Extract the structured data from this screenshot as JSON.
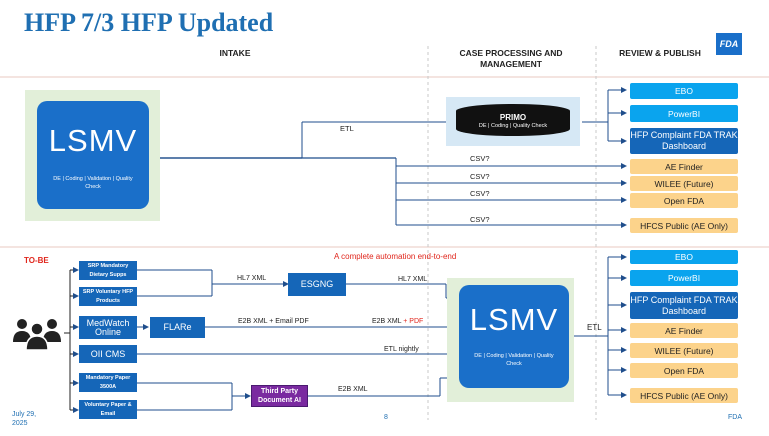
{
  "title": "HFP 7/3 HFP Updated",
  "column_headers": {
    "intake": "INTAKE",
    "case_processing": "CASE PROCESSING AND MANAGEMENT",
    "review_publish": "REVIEW & PUBLISH"
  },
  "logo": "FDA",
  "top": {
    "lsmv_title": "LSMV",
    "lsmv_subtitle": "DE | Coding | Validation | Quality Check",
    "primo_title": "PRIMO",
    "primo_subtitle": "DE | Coding | Quality Check",
    "etl_label": "ETL",
    "csv_labels": [
      "CSV?",
      "CSV?",
      "CSV?",
      "CSV?"
    ],
    "outputs": [
      "EBO",
      "PowerBI",
      "HFP Complaint FDA TRAK Dashboard",
      "AE Finder",
      "WILEE (Future)",
      "Open FDA",
      "HFCS Public (AE Only)"
    ]
  },
  "bottom": {
    "to_be": "TO-BE",
    "automation_note": "A complete automation end-to-end",
    "sources": [
      "SRP Mandatory Dietary Supps",
      "SRP Voluntary HFP Products",
      "MedWatch Online",
      "OII CMS",
      "Mandatory Paper 3500A",
      "Voluntary Paper & Email"
    ],
    "esgng": "ESGNG",
    "flare": "FLARe",
    "document_ai": "Third Party Document AI",
    "lsmv_title": "LSMV",
    "lsmv_subtitle": "DE | Coding | Validation | Quality Check",
    "labels": {
      "hl7_1": "HL7 XML",
      "hl7_2": "HL7 XML",
      "e2b_email": "E2B XML + Email PDF",
      "e2b_pdf_a": "E2B XML",
      "e2b_pdf_b": "+ PDF",
      "etl_nightly": "ETL nightly",
      "e2b": "E2B XML",
      "etl": "ETL"
    },
    "outputs": [
      "EBO",
      "PowerBI",
      "HFP Complaint FDA TRAK Dashboard",
      "AE Finder",
      "WILEE (Future)",
      "Open FDA",
      "HFCS Public (AE Only)"
    ]
  },
  "footer": {
    "date": "July 29, 2025",
    "page": "8",
    "agency": "FDA"
  },
  "colors": {
    "title": "#1f6fb2",
    "lsmv": "#1a6fc9",
    "output_blue": "#0aa4ee",
    "output_dark": "#1566b8",
    "output_orange": "#fcd38b",
    "primo_bg": "#d6e8f5",
    "lsmv_bg": "#e2efd9",
    "red": "#e0261c",
    "document_ai": "#7a2aa0"
  }
}
